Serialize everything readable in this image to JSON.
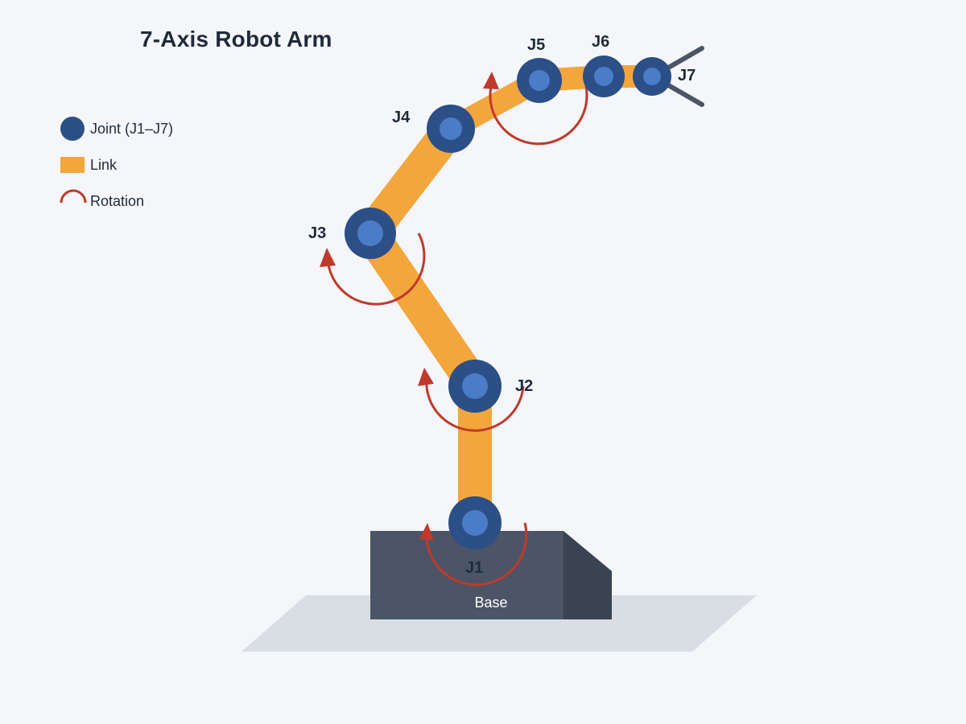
{
  "title": "7-Axis Robot Arm",
  "legend": [
    {
      "label": "Joint (J1–J7)",
      "symbol": "joint"
    },
    {
      "label": "Link",
      "symbol": "link"
    },
    {
      "label": "Rotation",
      "symbol": "rotation-arrow-icon"
    }
  ],
  "base_label": "Base",
  "joints": [
    {
      "label": "J1"
    },
    {
      "label": "J2"
    },
    {
      "label": "J3"
    },
    {
      "label": "J4"
    },
    {
      "label": "J5"
    },
    {
      "label": "J6"
    },
    {
      "label": "J7"
    }
  ],
  "colors": {
    "background": "#f4f6f9",
    "joint_outer": "#2b4f86",
    "joint_inner": "#4a7cc7",
    "link": "#f3a63c",
    "rotation": "#c0392b",
    "base_front": "#4b5566",
    "base_side": "#3a4352",
    "floor": "#d8dee4",
    "gripper": "#4b5566",
    "text": "#1f2a3a"
  }
}
